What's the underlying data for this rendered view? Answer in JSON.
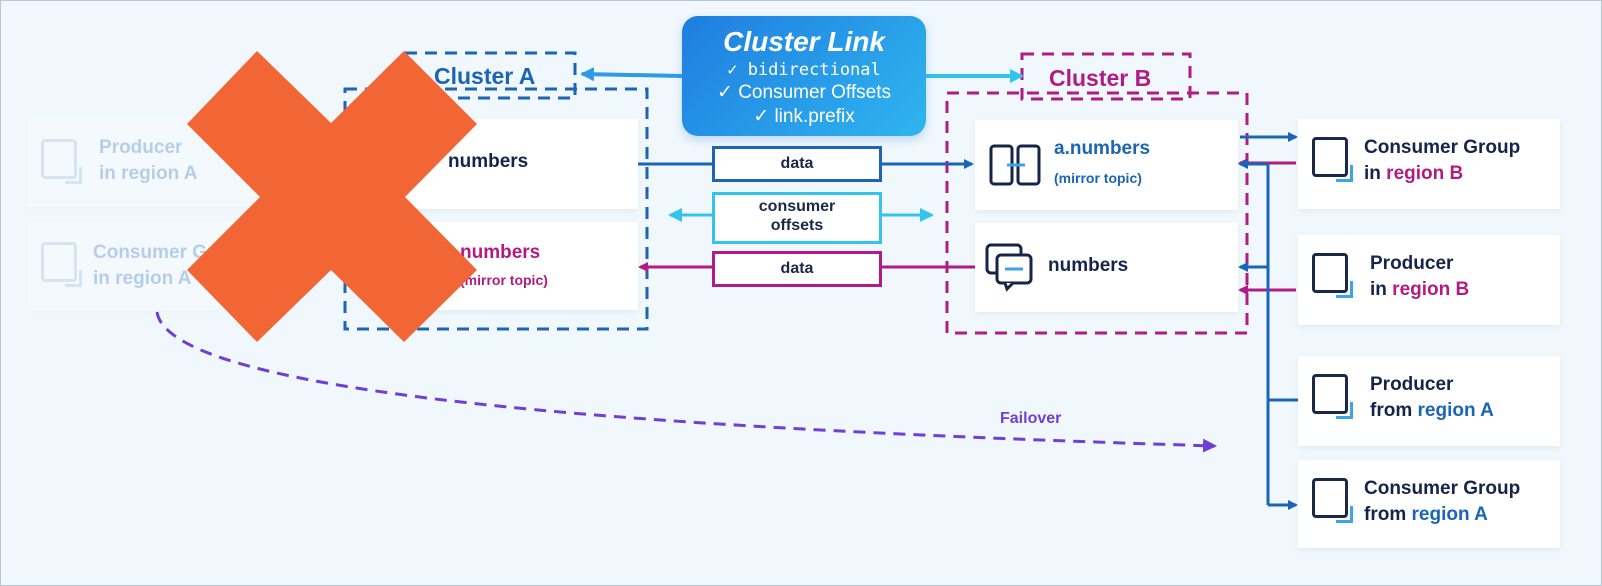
{
  "cluster_link": {
    "title": "Cluster Link",
    "features": [
      "✓ bidirectional",
      "✓ Consumer Offsets",
      "✓ link.prefix"
    ]
  },
  "cluster_a": {
    "label": "Cluster A",
    "topics": [
      {
        "name": "numbers"
      },
      {
        "name": "numbers",
        "sub": "(mirror topic)"
      }
    ]
  },
  "cluster_b": {
    "label": "Cluster B",
    "topics": [
      {
        "name": "a.numbers",
        "sub": "(mirror topic)"
      },
      {
        "name": "numbers"
      }
    ]
  },
  "flows": {
    "data_top": "data",
    "consumer_offsets_line1": "consumer",
    "consumer_offsets_line2": "offsets",
    "data_bottom": "data",
    "failover": "Failover"
  },
  "region_a_clients": [
    {
      "line1": "Producer",
      "line2": "in region A"
    },
    {
      "line1": "Consumer Group",
      "line2": "in region A"
    }
  ],
  "region_b_clients": [
    {
      "line1": "Consumer Group",
      "line2_prefix": "in",
      "line2_region": "region B"
    },
    {
      "line1": "Producer",
      "line2_prefix": "in",
      "line2_region": "region B"
    },
    {
      "line1": "Producer",
      "line2_prefix": "from",
      "line2_region": "region A"
    },
    {
      "line1": "Consumer Group",
      "line2_prefix": "from",
      "line2_region": "region A"
    }
  ],
  "colors": {
    "cluster_a": "#1b64b6",
    "cluster_b": "#b01c84",
    "link": "#2f9be8",
    "offsets": "#33c3ec",
    "failover": "#6f3fd6",
    "failed_x": "#f26534"
  }
}
